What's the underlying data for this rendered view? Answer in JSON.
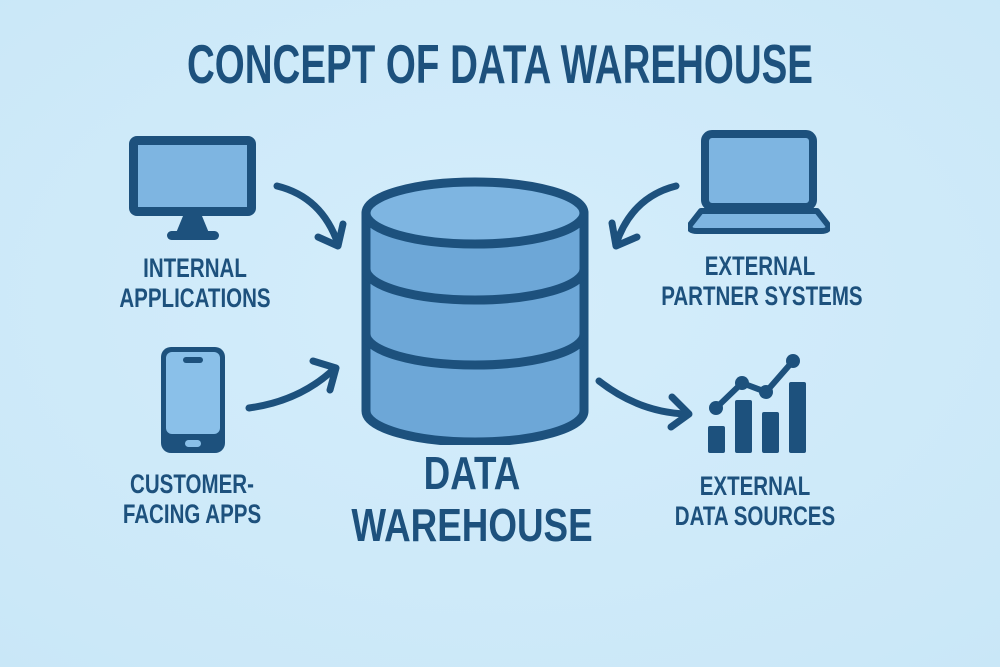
{
  "title": "CONCEPT OF DATA WAREHOUSE",
  "colors": {
    "background": "#cbe8f8",
    "dark": "#1d517d",
    "medium": "#6da7d7",
    "light": "#7eb5e1",
    "lighter": "#8ac0e9"
  },
  "center": {
    "id": "data-warehouse",
    "icon": "database-cylinder-icon",
    "label_line1": "DATA",
    "label_line2": "WAREHOUSE"
  },
  "nodes": [
    {
      "id": "internal-applications",
      "position": "top-left",
      "icon": "desktop-monitor-icon",
      "label_line1": "INTERNAL",
      "label_line2": "APPLICATIONS"
    },
    {
      "id": "external-partner-systems",
      "position": "top-right",
      "icon": "laptop-icon",
      "label_line1": "EXTERNAL",
      "label_line2": "PARTNER SYSTEMS"
    },
    {
      "id": "customer-facing-apps",
      "position": "bottom-left",
      "icon": "smartphone-icon",
      "label_line1": "CUSTOMER-",
      "label_line2": "FACING APPS"
    },
    {
      "id": "external-data-sources",
      "position": "bottom-right",
      "icon": "bar-chart-icon",
      "label_line1": "EXTERNAL",
      "label_line2": "DATA SOURCES"
    }
  ],
  "arrows": [
    {
      "from": "internal-applications",
      "to": "data-warehouse"
    },
    {
      "from": "external-partner-systems",
      "to": "data-warehouse"
    },
    {
      "from": "customer-facing-apps",
      "to": "data-warehouse"
    },
    {
      "from": "data-warehouse",
      "to": "external-data-sources"
    }
  ]
}
